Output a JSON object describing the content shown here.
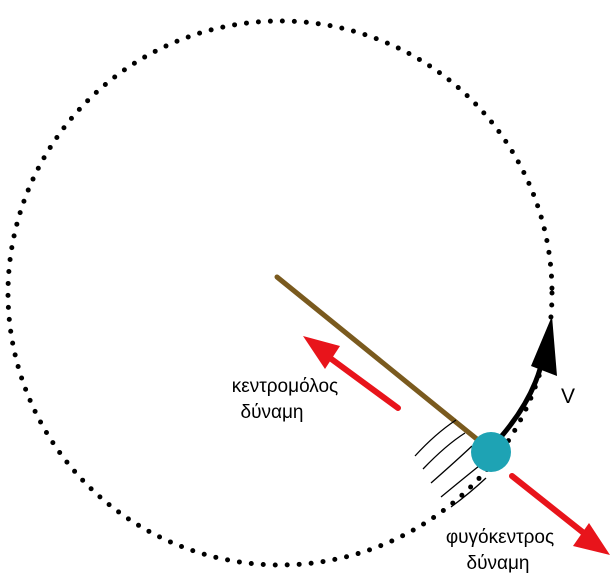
{
  "labels": {
    "centripetal_line1": "κεντρομόλος",
    "centripetal_line2": "δύναμη",
    "centrifugal_line1": "φυγόκεντρος",
    "centrifugal_line2": "δύναμη",
    "velocity": "V"
  },
  "colors": {
    "background": "#ffffff",
    "orbit_dots": "#000000",
    "string": "#7a5a1e",
    "ball": "#1ea3b4",
    "force_arrows": "#e8141b",
    "velocity_arrow": "#000000",
    "motion_lines": "#000000",
    "text": "#000000"
  },
  "icons": {
    "orbit": "dotted-circle-orbit",
    "ball": "teal-ball",
    "velocity": "curved-velocity-arrow",
    "centripetal": "red-force-arrow",
    "centrifugal": "red-force-arrow"
  }
}
